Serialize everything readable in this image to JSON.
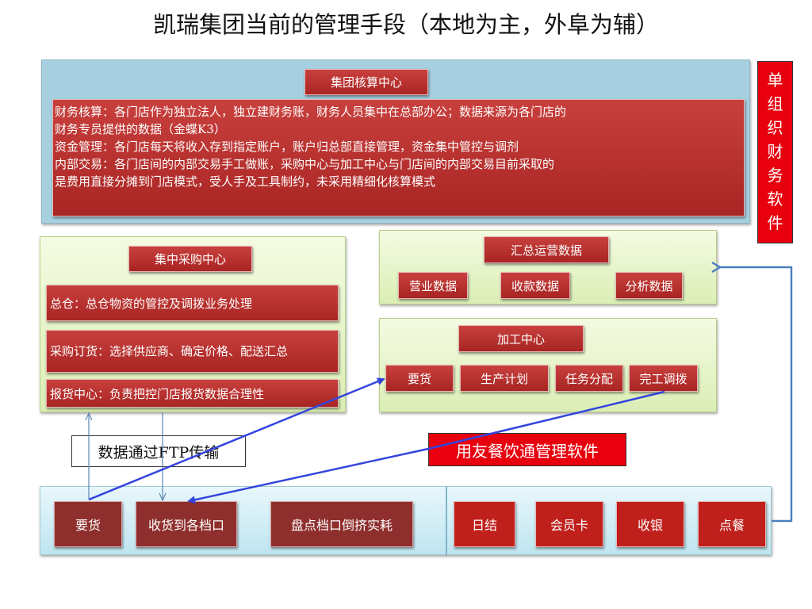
{
  "title": "凯瑞集团当前的管理手段（本地为主，外阜为辅）",
  "accounting": {
    "header": "集团核算中心",
    "lines": [
      "财务核算：各门店作为独立法人，独立建财务账，财务人员集中在总部办公；数据来源为各门店的",
      "财务专员提供的数据（金蝶K3）",
      "资金管理：各门店每天将收入存到指定账户，账户归总部直接管理，资金集中管控与调剂",
      "内部交易：各门店间的内部交易手工做账，采购中心与加工中心与门店间的内部交易目前采取的",
      "是费用直接分摊到门店模式，受人手及工具制约，未采用精细化核算模式"
    ]
  },
  "side_label": [
    "单",
    "组",
    "织",
    "财",
    "务",
    "软",
    "件"
  ],
  "purchasing": {
    "header": "集中采购中心",
    "items": [
      "总仓：总仓物资的管控及调拨业务处理",
      "采购订货：选择供应商、确定价格、配送汇总",
      "报货中心：负责把控门店报货数据合理性"
    ]
  },
  "summary": {
    "header": "汇总运营数据",
    "items": [
      "营业数据",
      "收款数据",
      "分析数据"
    ]
  },
  "processing": {
    "header": "加工中心",
    "items": [
      "要货",
      "生产计划",
      "任务分配",
      "完工调拨"
    ]
  },
  "ftp_label": "数据通过FTP传输",
  "software_label": "用友餐饮通管理软件",
  "store": {
    "left": [
      "要货",
      "收货到各档口",
      "盘点档口倒挤实耗"
    ],
    "right": [
      "日结",
      "会员卡",
      "收银",
      "点餐"
    ]
  },
  "colors": {
    "accent_red": "#e8000e",
    "arrow_blue": "#3344dd",
    "connector_blue": "#4a7fbf"
  }
}
